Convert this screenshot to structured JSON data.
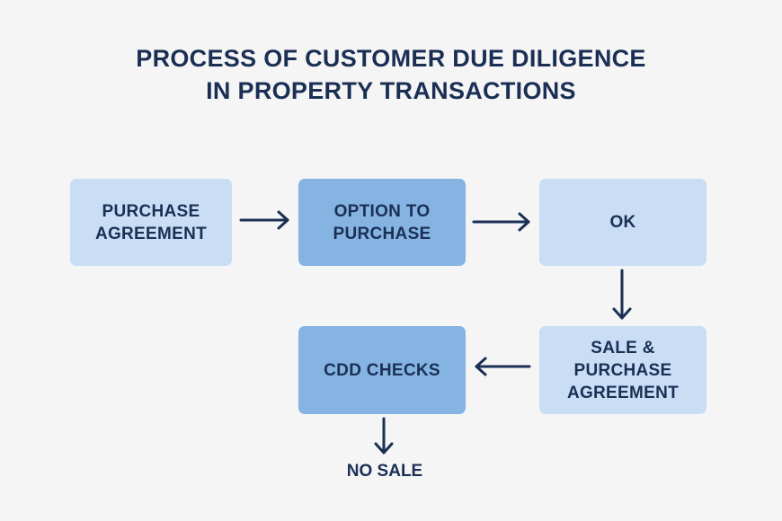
{
  "title": {
    "line1": "PROCESS OF CUSTOMER DUE DILIGENCE",
    "line2": "IN PROPERTY TRANSACTIONS"
  },
  "nodes": {
    "purchase_agreement": {
      "line1": "PURCHASE",
      "line2": "AGREEMENT"
    },
    "option_to_purchase": {
      "line1": "OPTION TO",
      "line2": "PURCHASE"
    },
    "ok": {
      "line1": "OK"
    },
    "sale_purchase_agreement": {
      "line1": "SALE &",
      "line2": "PURCHASE",
      "line3": "AGREEMENT"
    },
    "cdd_checks": {
      "line1": "CDD CHECKS"
    },
    "no_sale": {
      "line1": "NO SALE"
    }
  },
  "colors": {
    "light": "#c9def5",
    "dark": "#85b4e3",
    "text": "#1b2f55",
    "background": "#f5f5f5"
  }
}
